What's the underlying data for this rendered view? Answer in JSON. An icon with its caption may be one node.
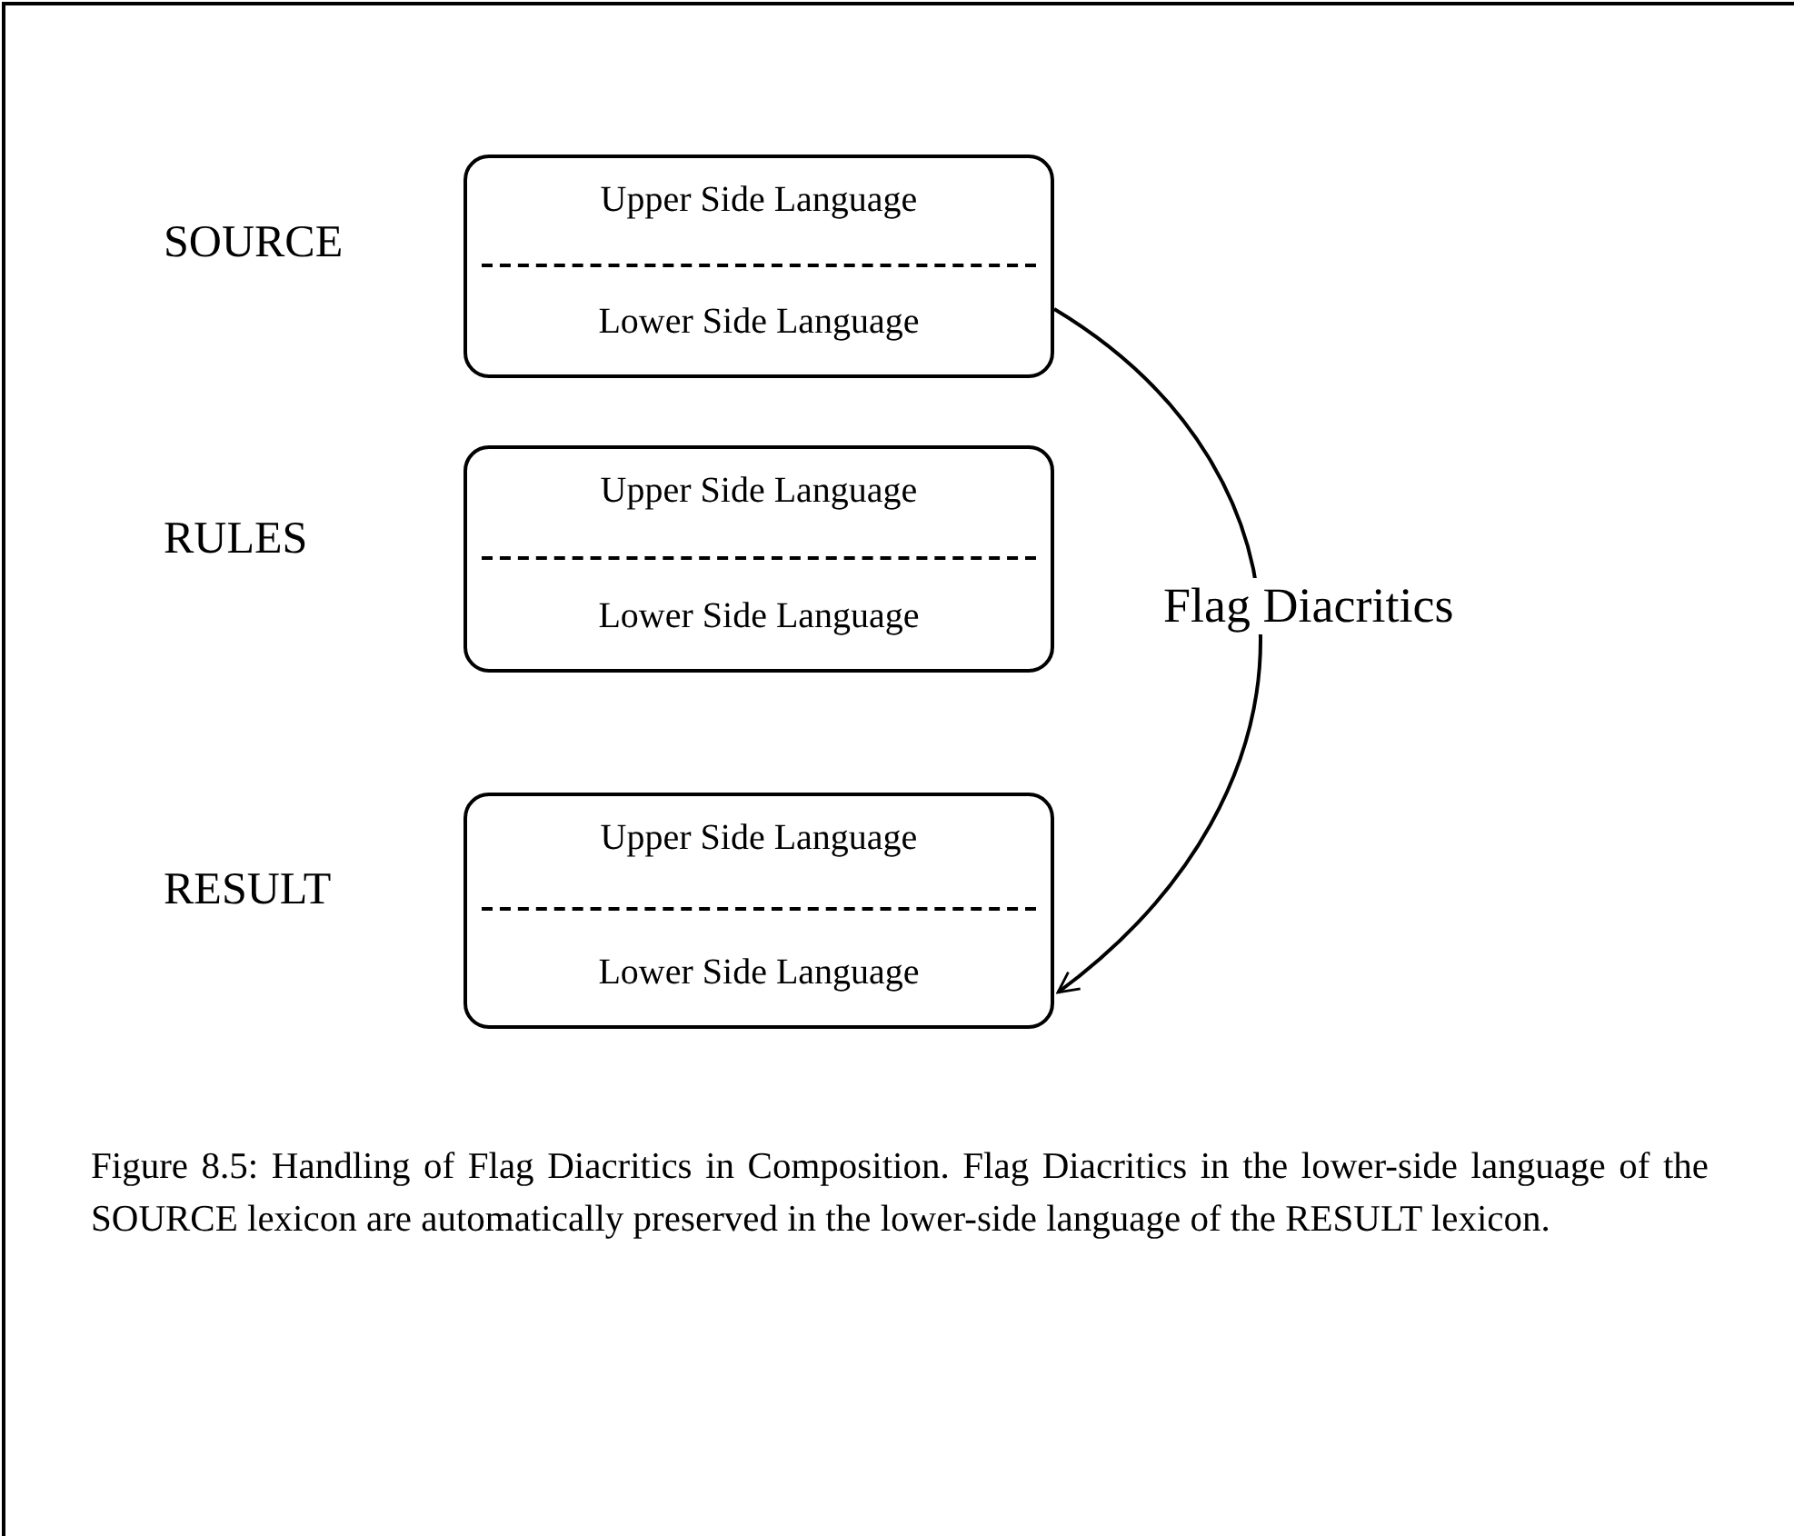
{
  "diagram": {
    "caption": "Figure 8.5: Handling of Flag Diacritics in Composition. Flag Diacritics in the lower-side language of the SOURCE lexicon are automatically preserved in the lower-side language of the RESULT lexicon.",
    "nodes": [
      {
        "text": [
          "Upper Side Language",
          "Lower Side Language"
        ],
        "beside": [
          "SOURCE"
        ]
      },
      {
        "text": [
          "Upper Side Language",
          "Lower Side Language"
        ],
        "beside": [
          "RULES"
        ]
      },
      {
        "text": [
          "Upper Side Language",
          "Lower Side Language"
        ],
        "beside": [
          "RESULT"
        ]
      }
    ],
    "edges": [
      {
        "from": 0,
        "to": 2,
        "arrow": "to",
        "label": "Flag Diacritics"
      }
    ]
  }
}
